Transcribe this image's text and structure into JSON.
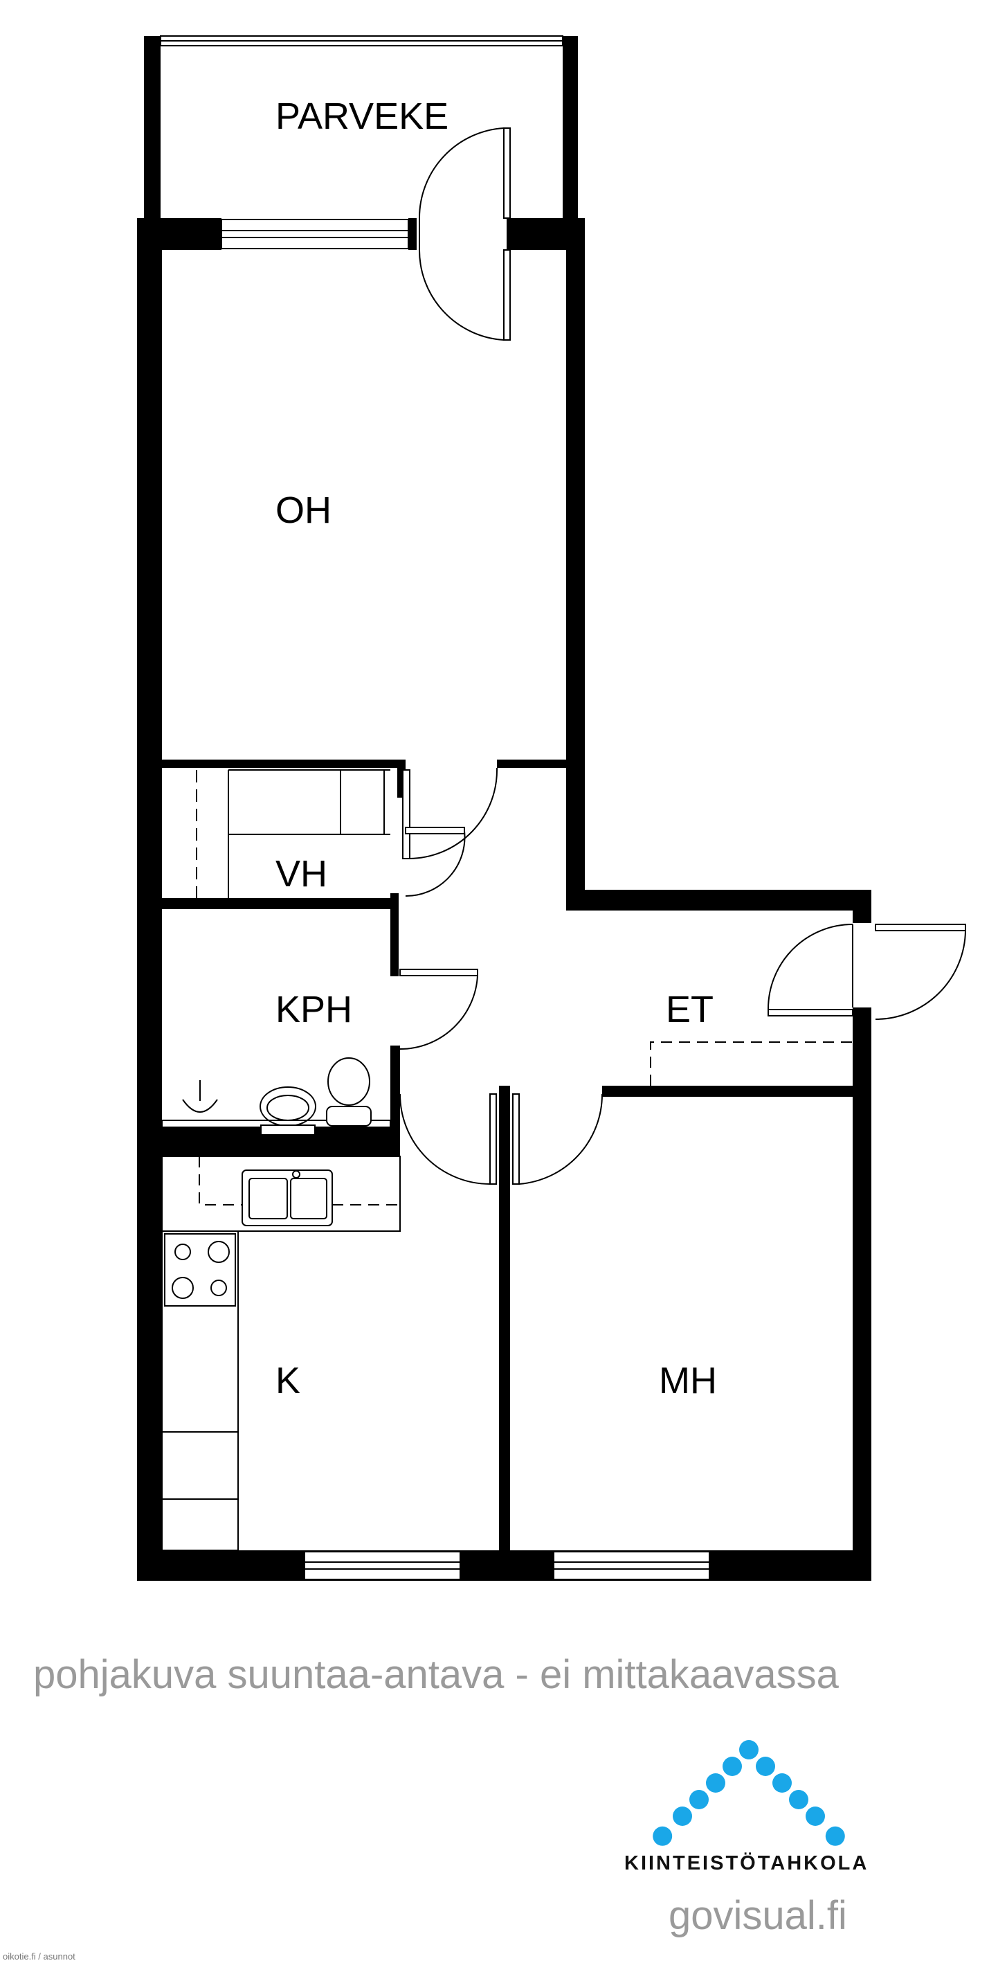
{
  "rooms": {
    "parveke": "PARVEKE",
    "oh": "OH",
    "vh": "VH",
    "kph": "KPH",
    "et": "ET",
    "k": "K",
    "mh": "MH"
  },
  "caption": "pohjakuva suuntaa-antava - ei mittakaavassa",
  "brand": {
    "name": "KIINTEISTÖTAHKOLA",
    "website": "govisual.fi",
    "dot_color": "#1aa7e8"
  },
  "footer_small": "oikotie.fi / asunnot",
  "colors": {
    "wall": "#000000",
    "line": "#000000",
    "background": "#ffffff"
  }
}
